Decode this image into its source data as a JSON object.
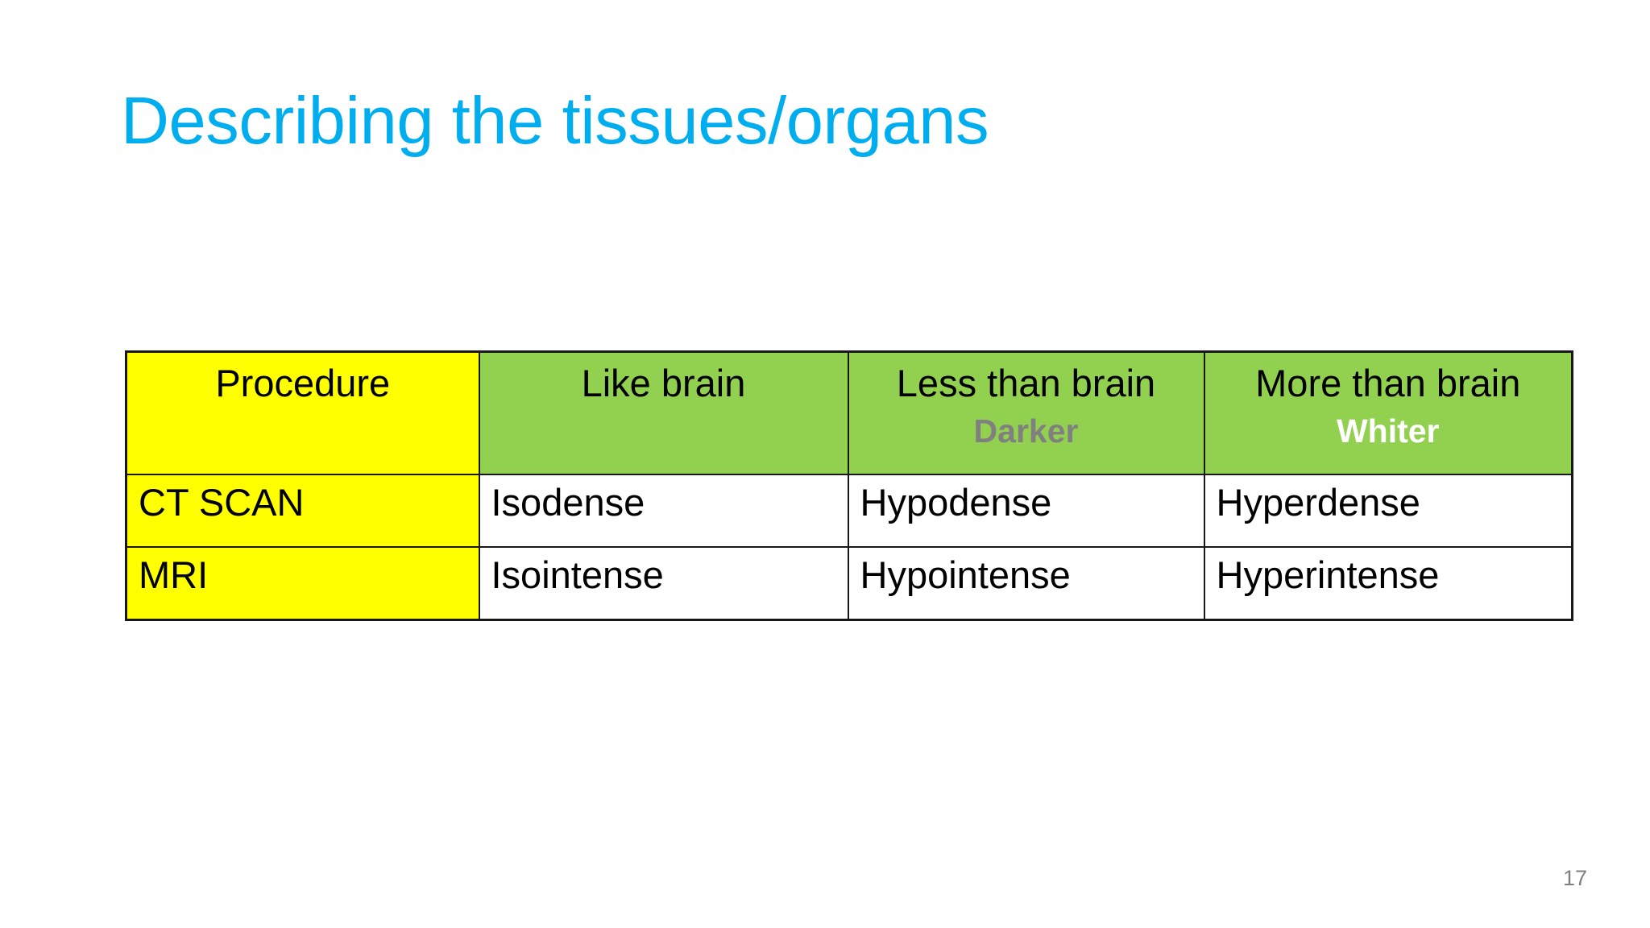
{
  "slide": {
    "title": "Describing the tissues/organs",
    "slide_number": "17",
    "colors": {
      "title": "#00AEEF",
      "header_yellow": "#FFFF00",
      "header_green": "#92D050",
      "darker_text": "#808080",
      "whiter_text": "#FFFFFF",
      "border": "#181818",
      "slide_number": "#7F7F7F"
    }
  },
  "table": {
    "headers": [
      {
        "main": "Procedure",
        "sub": "",
        "fill": "yellow"
      },
      {
        "main": "Like brain",
        "sub": "",
        "fill": "green"
      },
      {
        "main": "Less than brain",
        "sub": "Darker",
        "fill": "green"
      },
      {
        "main": "More than brain",
        "sub": "Whiter",
        "fill": "green"
      }
    ],
    "rows": [
      {
        "procedure": "CT SCAN",
        "like": "Isodense",
        "less": "Hypodense",
        "more": "Hyperdense"
      },
      {
        "procedure": "MRI",
        "like": "Isointense",
        "less": "Hypointense",
        "more": "Hyperintense"
      }
    ]
  }
}
